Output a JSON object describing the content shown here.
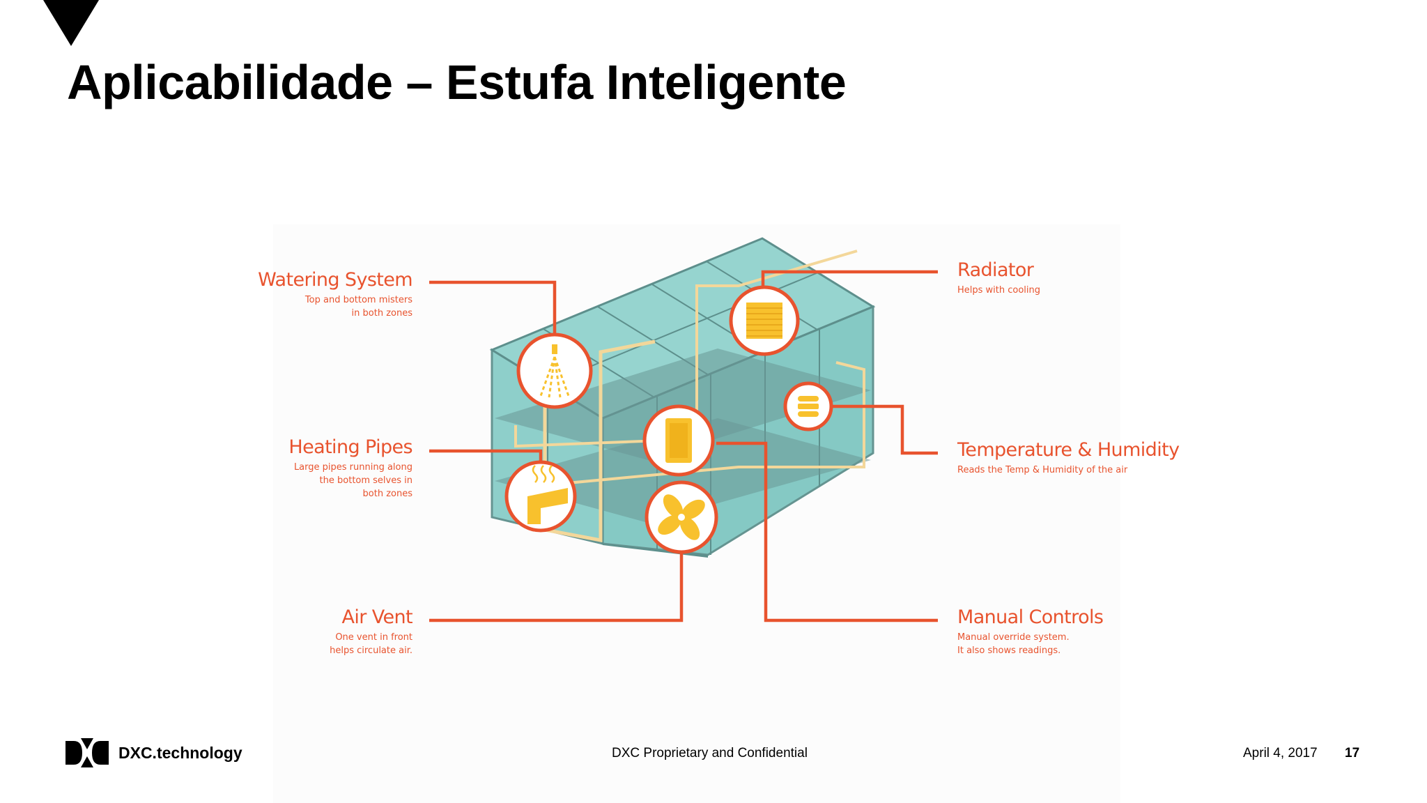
{
  "slide": {
    "title": "Aplicabilidade – Estufa Inteligente"
  },
  "diagram": {
    "accent_color": "#e8532e",
    "glass_color": "#7fc7c2",
    "icon_color": "#f8c12d",
    "labels": {
      "watering": {
        "title": "Watering System",
        "desc": [
          "Top and bottom misters",
          "in both zones"
        ],
        "icon": "shower-icon"
      },
      "heating": {
        "title": "Heating Pipes",
        "desc": [
          "Large pipes running along",
          "the bottom selves in",
          "both zones"
        ],
        "icon": "heating-pipe-icon"
      },
      "airvent": {
        "title": "Air Vent",
        "desc": [
          "One vent in front",
          "helps circulate air."
        ],
        "icon": "fan-icon"
      },
      "radiator": {
        "title": "Radiator",
        "desc": [
          "Helps with cooling"
        ],
        "icon": "radiator-icon"
      },
      "temperature": {
        "title": "Temperature & Humidity",
        "desc": [
          "Reads the Temp & Humidity of the air"
        ],
        "icon": "sensor-icon"
      },
      "manual": {
        "title": "Manual Controls",
        "desc": [
          "Manual override system.",
          "It also shows readings."
        ],
        "icon": "control-panel-icon"
      }
    }
  },
  "footer": {
    "brand": "DXC.technology",
    "confidential": "DXC Proprietary and Confidential",
    "date": "April 4, 2017",
    "page": "17"
  }
}
